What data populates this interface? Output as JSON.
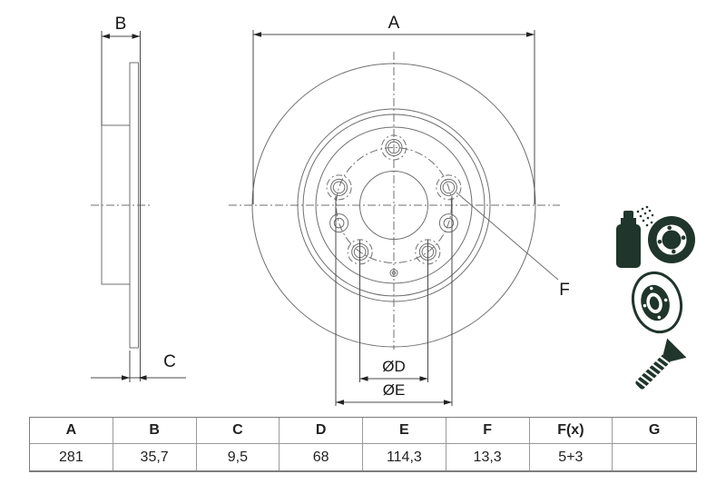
{
  "drawing": {
    "labels": {
      "a": "A",
      "b": "B",
      "c": "C",
      "d": "ØD",
      "e": "ØE",
      "f": "F"
    },
    "line_color": "#6f6f6f",
    "dim_color": "#3c3c3c",
    "views": {
      "side_view": "brake-disc-cross-section",
      "front_view": "brake-disc-front-view"
    }
  },
  "icons": {
    "color": "#20352b",
    "items": [
      {
        "name": "coated-disc-spray-icon"
      },
      {
        "name": "brake-disc-3d-icon"
      },
      {
        "name": "countersunk-screw-icon"
      }
    ]
  },
  "table": {
    "headers": [
      "A",
      "B",
      "C",
      "D",
      "E",
      "F",
      "F(x)",
      "G"
    ],
    "values": [
      "281",
      "35,7",
      "9,5",
      "68",
      "114,3",
      "13,3",
      "5+3",
      ""
    ]
  }
}
